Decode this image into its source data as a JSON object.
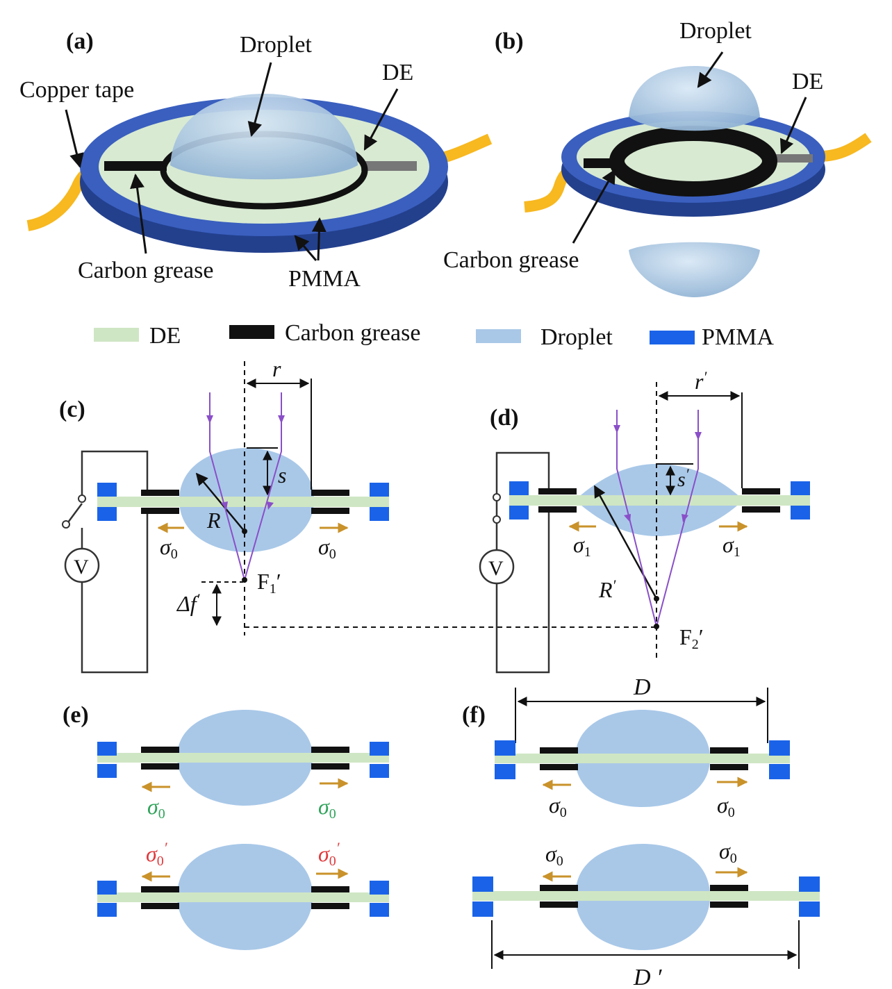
{
  "panels": {
    "a": "(a)",
    "b": "(b)",
    "c": "(c)",
    "d": "(d)",
    "e": "(e)",
    "f": "(f)"
  },
  "panel_a": {
    "copper_tape": "Copper tape",
    "droplet": "Droplet",
    "de": "DE",
    "carbon_grease": "Carbon grease",
    "pmma": "PMMA"
  },
  "panel_b": {
    "droplet": "Droplet",
    "de": "DE",
    "carbon_grease": "Carbon grease"
  },
  "legend": [
    {
      "label": "DE",
      "color": "#cfe6c4"
    },
    {
      "label": "Carbon grease",
      "color": "#111111"
    },
    {
      "label": "Droplet",
      "color": "#a9c8e8"
    },
    {
      "label": "PMMA",
      "color": "#1a63e8"
    }
  ],
  "panel_c": {
    "r": "r",
    "s": "s",
    "R": "R",
    "voltage": "V",
    "sigma": "σ",
    "sigma_sub": "0",
    "focus": "F",
    "focus_sub": "1",
    "focus_prime": "′",
    "delta": "Δf",
    "delta_prime": "′"
  },
  "panel_d": {
    "r": "r",
    "s": "s",
    "R": "R",
    "prime": "′",
    "voltage": "V",
    "sigma": "σ",
    "sigma_sub": "1",
    "focus": "F",
    "focus_sub": "2",
    "focus_prime": "′"
  },
  "panel_e": {
    "sigma": "σ",
    "sub": "0",
    "prime": "′"
  },
  "panel_f": {
    "sigma": "σ",
    "sub": "0",
    "D": "D",
    "D_prime": "D ′"
  },
  "colors": {
    "de": "#cfe6c4",
    "grease": "#111111",
    "droplet": "#a9c8e8",
    "pmma": "#1a63e8",
    "ring": "#2f4fa3",
    "copper": "#f7b820",
    "ray": "#8a4fc8",
    "arrow": "#c9922a",
    "sigma_green": "#2fa35a",
    "sigma_red": "#e0383b"
  }
}
